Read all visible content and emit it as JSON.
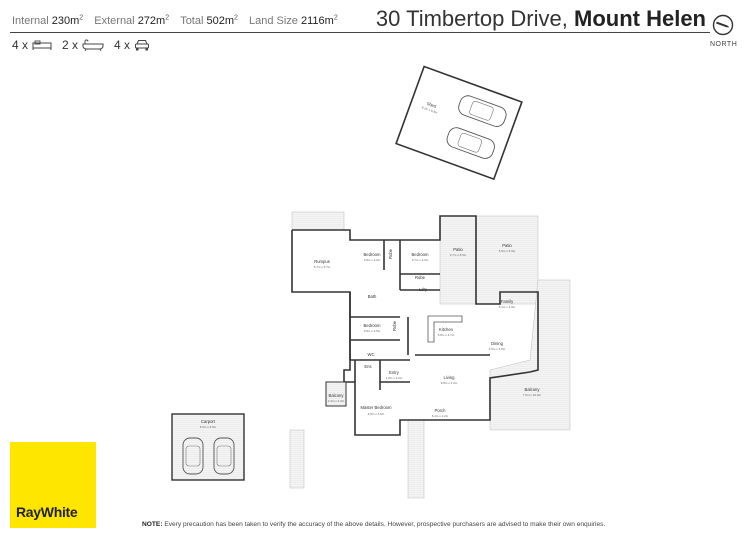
{
  "header": {
    "stats": [
      {
        "label": "Internal",
        "value": "230m",
        "sup": "2"
      },
      {
        "label": "External",
        "value": "272m",
        "sup": "2"
      },
      {
        "label": "Total",
        "value": "502m",
        "sup": "2"
      },
      {
        "label": "Land Size",
        "value": "2116m",
        "sup": "2"
      }
    ],
    "address_street": "30 Timbertop Drive,",
    "address_suburb": "Mount Helen",
    "compass_label": "NORTH"
  },
  "features": {
    "bedrooms": "4 x",
    "bathrooms": "2 x",
    "parking": "4 x"
  },
  "rooms": {
    "shed": {
      "name": "Shed",
      "dim": "8.1m x 6.8m"
    },
    "rumpus": {
      "name": "Rumpus",
      "dim": "5.7m x 5.7m"
    },
    "bedroom1": {
      "name": "Bedroom",
      "dim": "3.8m x 3.2m"
    },
    "robe1": {
      "name": "Robe"
    },
    "bedroom2": {
      "name": "Bedroom",
      "dim": "3.7m x 3.3m"
    },
    "patio1": {
      "name": "Patio",
      "dim": "3.7m x 8.5m"
    },
    "patio2": {
      "name": "Patio",
      "dim": "5.9m x 5.9m"
    },
    "robe2": {
      "name": "Robe"
    },
    "bath": {
      "name": "Bath"
    },
    "ldry": {
      "name": "Ldry"
    },
    "family": {
      "name": "Family",
      "dim": "6.1m x 4.9m"
    },
    "bedroom3": {
      "name": "Bedroom",
      "dim": "3.8m x 3.5m"
    },
    "robe3": {
      "name": "Robe"
    },
    "wc": {
      "name": "WC"
    },
    "kitchen": {
      "name": "Kitchen",
      "dim": "5.8m x 4.7m"
    },
    "dining": {
      "name": "Dining",
      "dim": "4.5m x 3.5m"
    },
    "ens": {
      "name": "Ens"
    },
    "entry": {
      "name": "Entry",
      "dim": "1.8m x 4.2m"
    },
    "living": {
      "name": "Living",
      "dim": "6.8m x 4.2m"
    },
    "balcony1": {
      "name": "Balcony",
      "dim": "2.4m x 2.3m"
    },
    "balcony2": {
      "name": "Balcony",
      "dim": "7.5m x 10.0m"
    },
    "master": {
      "name": "Master Bedroom",
      "dim": "4.8m x 4.5m"
    },
    "porch": {
      "name": "Porch",
      "dim": "6.4m x 2.2m"
    },
    "carport": {
      "name": "Carport",
      "dim": "6.5m x 6.5m"
    }
  },
  "brand": {
    "name": "RayWhite",
    "color": "#ffe600"
  },
  "note": {
    "label": "NOTE:",
    "text": "Every precaution has been taken to verify the accuracy of the above details. However, prospective purchasers are advised to make their own enquiries."
  },
  "icons": [
    "bed-icon",
    "bath-icon",
    "car-icon",
    "north-compass-icon"
  ]
}
